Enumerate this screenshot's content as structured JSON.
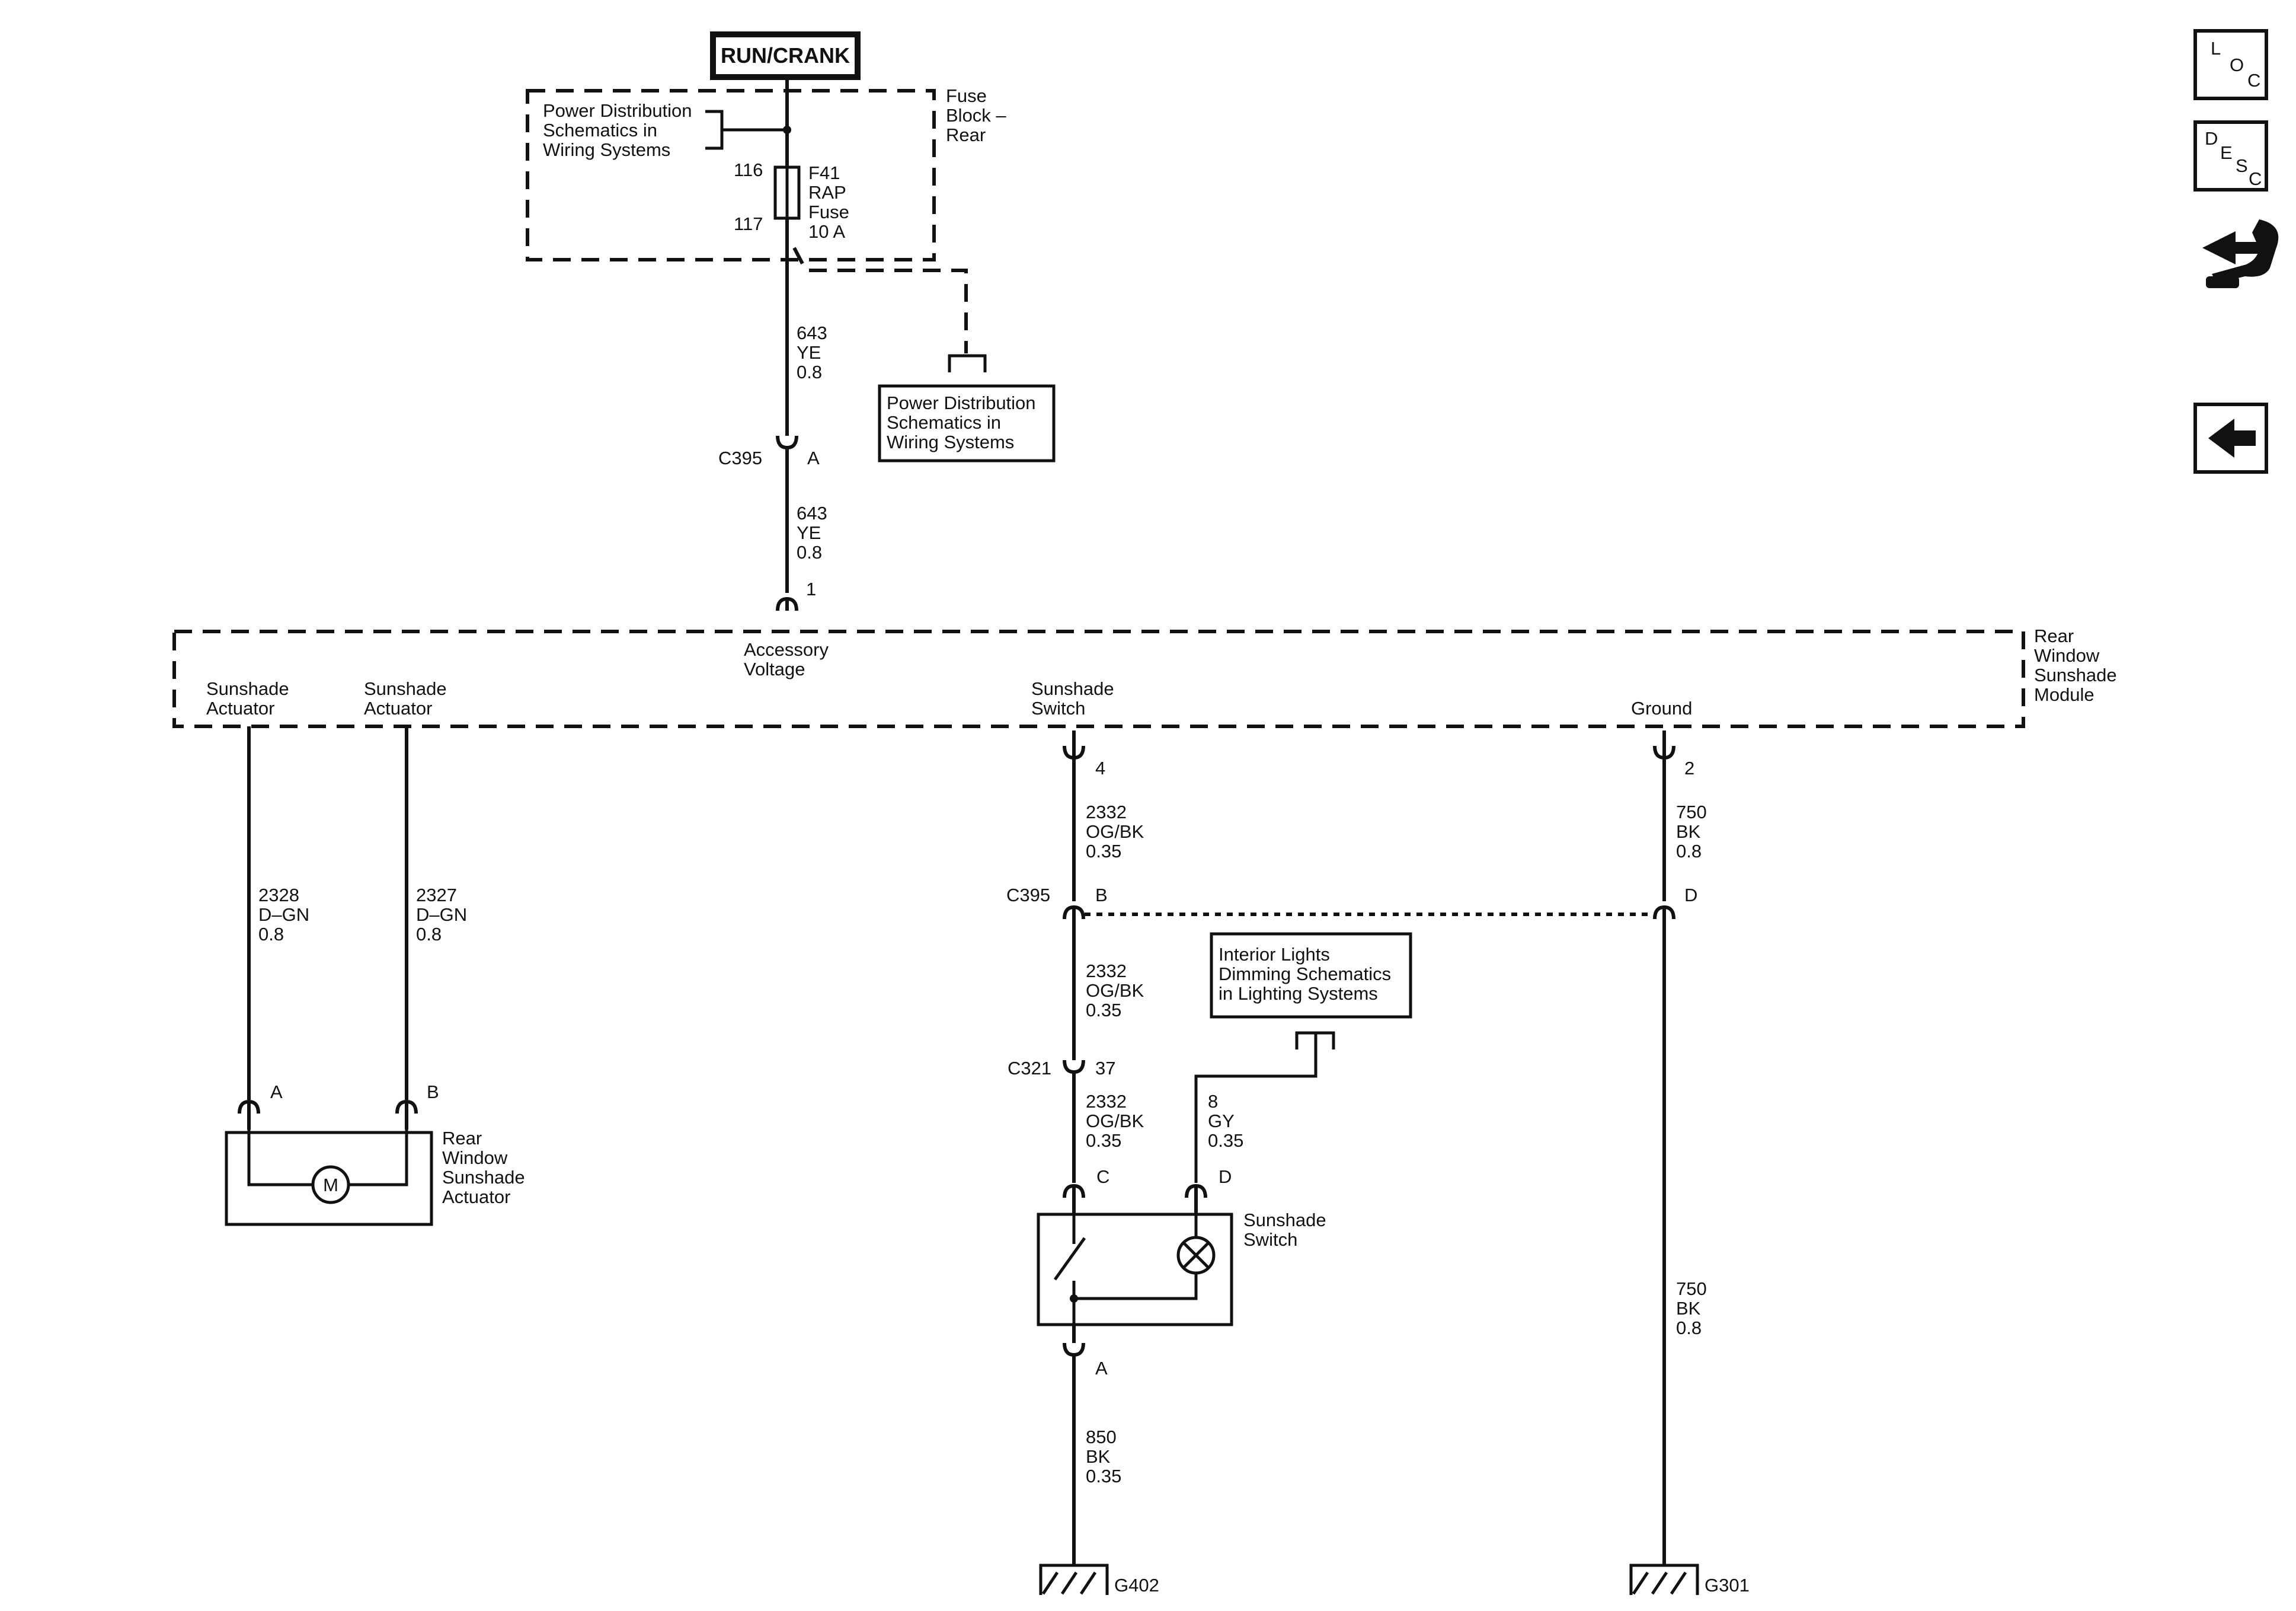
{
  "power": {
    "label": "RUN/CRANK"
  },
  "fuse_block": {
    "name": [
      "Fuse",
      "Block –",
      "Rear"
    ],
    "ref": [
      "Power Distribution",
      "Schematics in",
      "Wiring Systems"
    ],
    "pin_in": "116",
    "pin_out": "117",
    "fuse": [
      "F41",
      "RAP",
      "Fuse",
      "10 A"
    ]
  },
  "ref_box_power": [
    "Power Distribution",
    "Schematics in",
    "Wiring Systems"
  ],
  "wire_643_top": [
    "643",
    "YE",
    "0.8"
  ],
  "wire_643_bottom": [
    "643",
    "YE",
    "0.8"
  ],
  "connector_c395a": {
    "name": "C395",
    "pin": "A"
  },
  "module": {
    "name": [
      "Rear",
      "Window",
      "Sunshade",
      "Module"
    ],
    "pin1": "1",
    "accessory": [
      "Accessory",
      "Voltage"
    ],
    "act1": [
      "Sunshade",
      "Actuator"
    ],
    "act2": [
      "Sunshade",
      "Actuator"
    ],
    "switch": [
      "Sunshade",
      "Switch"
    ],
    "ground": "Ground"
  },
  "wire_2328": [
    "2328",
    "D–GN",
    "0.8"
  ],
  "wire_2327": [
    "2327",
    "D–GN",
    "0.8"
  ],
  "actuator": {
    "name": [
      "Rear",
      "Window",
      "Sunshade",
      "Actuator"
    ],
    "pin_a": "A",
    "pin_b": "B",
    "motor": "M"
  },
  "pin4": "4",
  "pin2": "2",
  "wire_2332_a": [
    "2332",
    "OG/BK",
    "0.35"
  ],
  "wire_750_a": [
    "750",
    "BK",
    "0.8"
  ],
  "connector_c395b": {
    "name": "C395",
    "pin_b": "B",
    "pin_d": "D"
  },
  "wire_2332_b": [
    "2332",
    "OG/BK",
    "0.35"
  ],
  "ref_box_lighting": [
    "Interior Lights",
    "Dimming Schematics",
    "in Lighting Systems"
  ],
  "connector_c321": {
    "name": "C321",
    "pin": "37"
  },
  "wire_2332_c": [
    "2332",
    "OG/BK",
    "0.35"
  ],
  "wire_8": [
    "8",
    "GY",
    "0.35"
  ],
  "switch": {
    "name": [
      "Sunshade",
      "Switch"
    ],
    "pin_c": "C",
    "pin_d": "D",
    "pin_a": "A"
  },
  "wire_850": [
    "850",
    "BK",
    "0.35"
  ],
  "wire_750_b": [
    "750",
    "BK",
    "0.8"
  ],
  "grounds": {
    "g402": "G402",
    "g301": "G301"
  },
  "nav": {
    "loc": [
      "L",
      "O",
      "C"
    ],
    "desc": [
      "D",
      "E",
      "S",
      "C"
    ]
  }
}
